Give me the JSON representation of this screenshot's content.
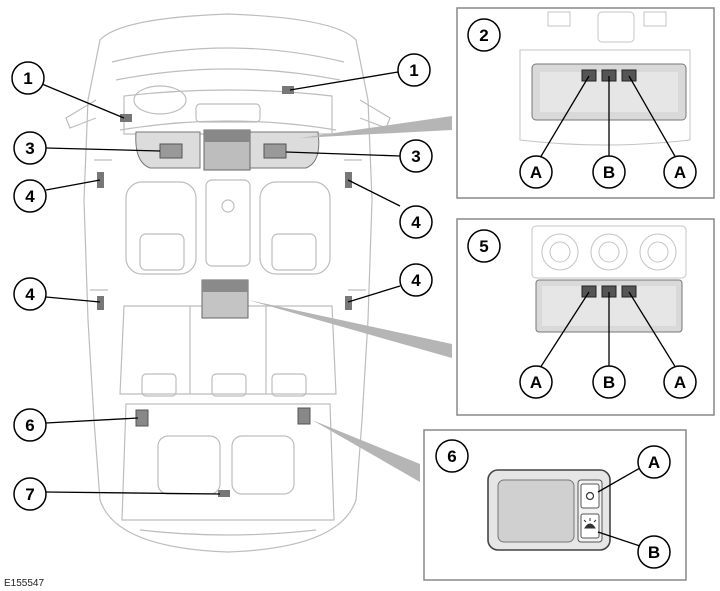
{
  "diagram": {
    "image_code": "E155547",
    "callouts": {
      "c1_left": "1",
      "c1_right": "1",
      "c3_left": "3",
      "c3_right": "3",
      "c4_left_upper": "4",
      "c4_right_upper": "4",
      "c4_left_lower": "4",
      "c4_right_lower": "4",
      "c6": "6",
      "c7": "7"
    },
    "panel2": {
      "number": "2",
      "label_a_left": "A",
      "label_b": "B",
      "label_a_right": "A"
    },
    "panel5": {
      "number": "5",
      "label_a_left": "A",
      "label_b": "B",
      "label_a_right": "A"
    },
    "panel6": {
      "number": "6",
      "label_a": "A",
      "label_b": "B"
    }
  }
}
